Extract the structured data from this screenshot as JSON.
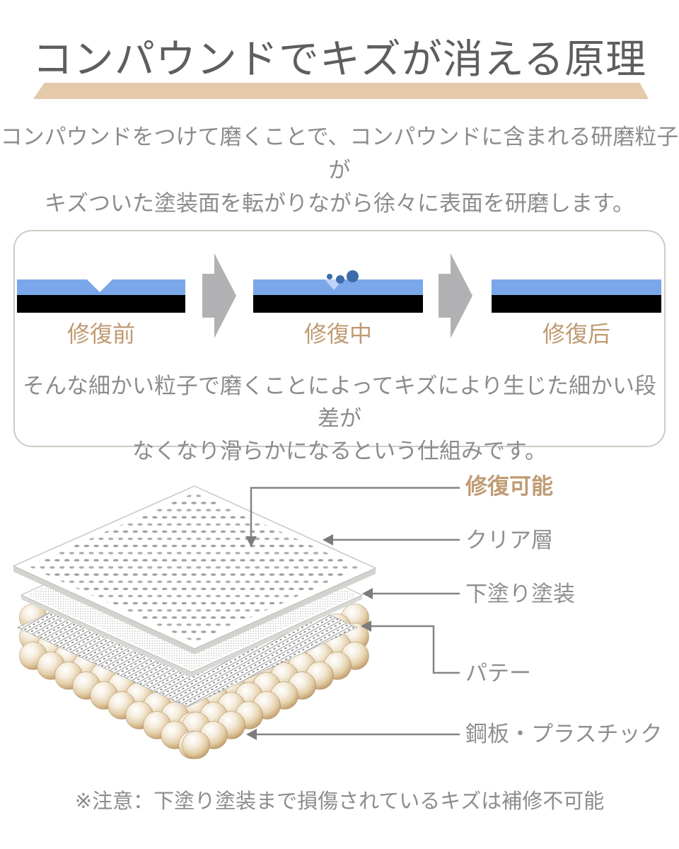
{
  "title": {
    "text": "コンパウンドでキズが消える原理"
  },
  "intro": {
    "line1": "コンパウンドをつけて磨くことで、コンパウンドに含まれる研磨粒子が",
    "line2": "キズついた塗装面を転がりながら徐々に表面を研磨します。"
  },
  "process_box": {
    "stages": [
      {
        "label": "修復前"
      },
      {
        "label": "修復中"
      },
      {
        "label": "修復后"
      }
    ],
    "description_line1": "そんな細かい粒子で磨くことによってキズにより生じた細かい段差が",
    "description_line2": "なくなり滑らかになるという仕組みです。"
  },
  "layer_diagram": {
    "labels": [
      {
        "text": "修復可能"
      },
      {
        "text": "クリア層"
      },
      {
        "text": "下塗り塗装"
      },
      {
        "text": "パテー"
      },
      {
        "text": "鋼板・プラスチック"
      }
    ]
  },
  "note": {
    "text": "※注意：下塗り塗装まで損傷されているキズは補修不可能"
  },
  "colors": {
    "accent_tan": "#bf9c74",
    "highlight_bar": "#e5c9ab",
    "paint_blue": "#7aa7e9",
    "particle_blue": "#3c6cab",
    "base_black": "#000000",
    "arrow_gray": "#b1b1b3",
    "text_gray": "#8c8c8c",
    "title_gray": "#5e5e5e",
    "bead_tan": "#d9bf9b"
  }
}
